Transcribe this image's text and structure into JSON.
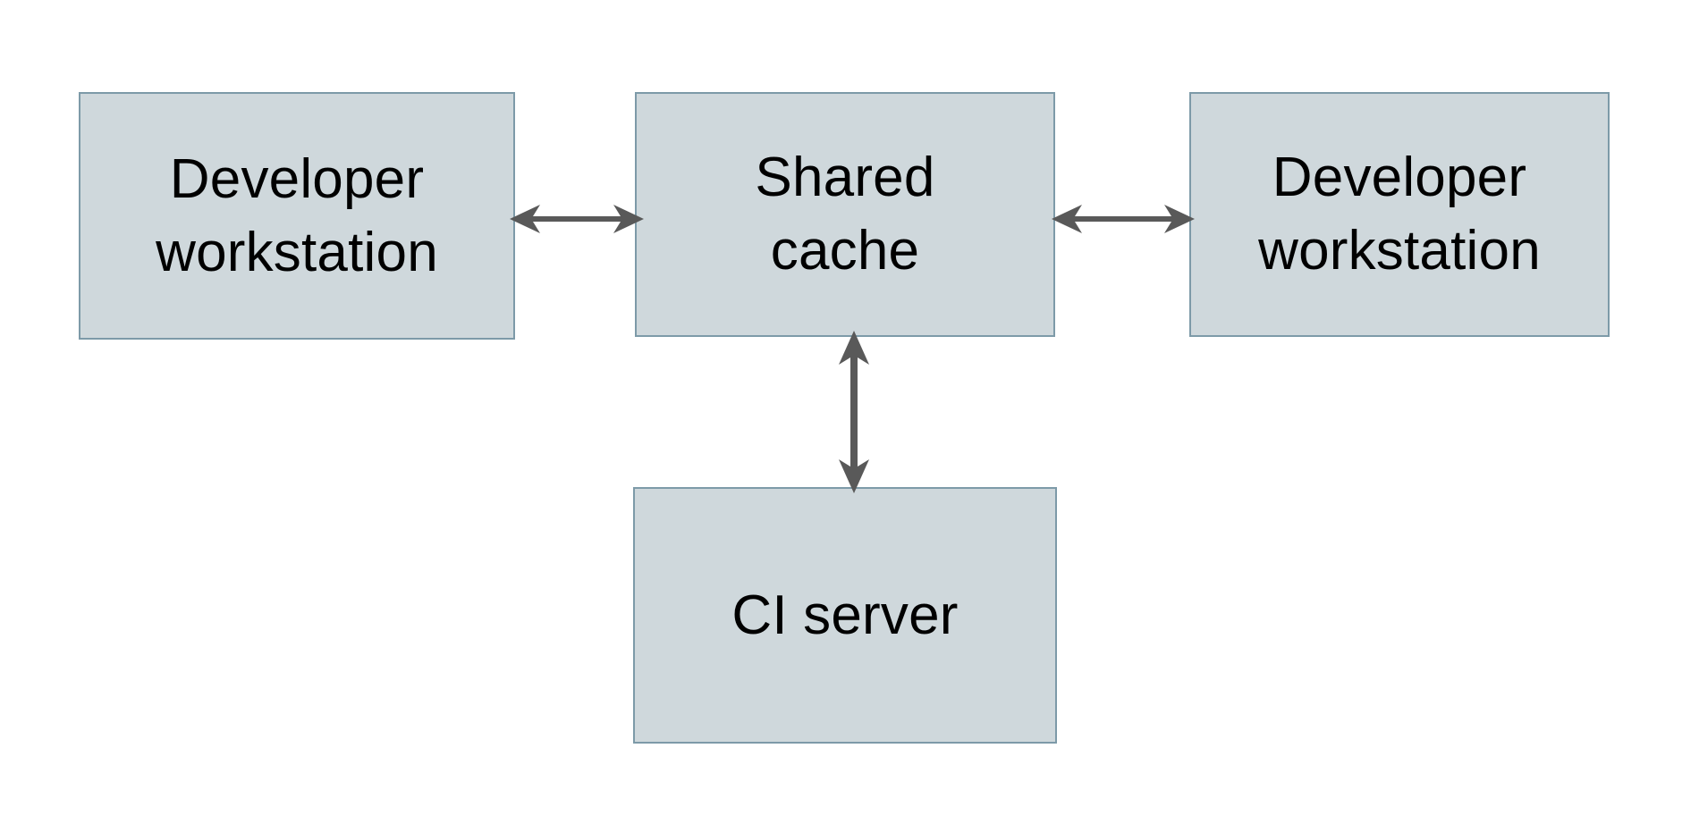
{
  "diagram": {
    "type": "block-diagram",
    "background_color": "#ffffff",
    "node_fill_color": "#cfd8dc",
    "node_border_color": "#7d9aa8",
    "edge_color": "#595959",
    "text_color": "#000000",
    "nodes": [
      {
        "id": "dev-left",
        "label": "Developer\nworkstation",
        "shape": "rectangle"
      },
      {
        "id": "cache",
        "label": "Shared\ncache",
        "shape": "rectangle"
      },
      {
        "id": "dev-right",
        "label": "Developer\nworkstation",
        "shape": "rectangle"
      },
      {
        "id": "ci",
        "label": "CI server",
        "shape": "rectangle"
      }
    ],
    "edges": [
      {
        "id": "edge-dev-left-cache",
        "from": "dev-left",
        "to": "cache",
        "direction": "bidirectional",
        "orientation": "horizontal",
        "label": ""
      },
      {
        "id": "edge-cache-dev-right",
        "from": "cache",
        "to": "dev-right",
        "direction": "bidirectional",
        "orientation": "horizontal",
        "label": ""
      },
      {
        "id": "edge-cache-ci",
        "from": "cache",
        "to": "ci",
        "direction": "bidirectional",
        "orientation": "vertical",
        "label": ""
      }
    ]
  }
}
